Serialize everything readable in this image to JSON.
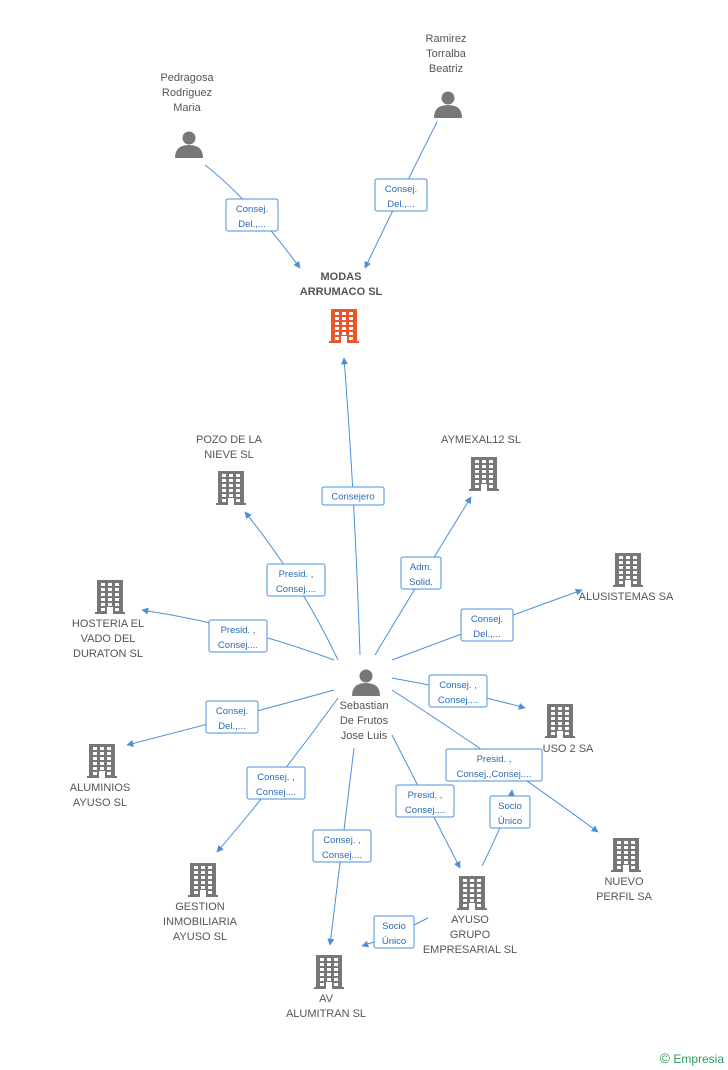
{
  "colors": {
    "edge": "#4a90d9",
    "person": "#777777",
    "company": "#777777",
    "focus_company": "#e8562a",
    "brand": "#2a9d5c"
  },
  "nodes": [
    {
      "id": "modas",
      "kind": "company-focus",
      "label": [
        "MODAS",
        "ARRUMACO SL"
      ]
    },
    {
      "id": "pedragosa",
      "kind": "person",
      "label": [
        "Pedragosa",
        "Rodriguez",
        "Maria"
      ]
    },
    {
      "id": "ramirez",
      "kind": "person",
      "label": [
        "Ramirez",
        "Torralba",
        "Beatriz"
      ]
    },
    {
      "id": "sebastian",
      "kind": "person",
      "label": [
        "Sebastian",
        "De Frutos",
        "Jose Luis"
      ]
    },
    {
      "id": "pozo",
      "kind": "company",
      "label": [
        "POZO DE LA",
        "NIEVE SL"
      ]
    },
    {
      "id": "aymexal",
      "kind": "company",
      "label": [
        "AYMEXAL12 SL"
      ]
    },
    {
      "id": "alusistemas",
      "kind": "company",
      "label": [
        "ALUSISTEMAS SA"
      ]
    },
    {
      "id": "hosteria",
      "kind": "company",
      "label": [
        "HOSTERIA EL",
        "VADO DEL",
        "DURATON SL"
      ]
    },
    {
      "id": "uso2",
      "kind": "company",
      "label": [
        "USO 2 SA"
      ]
    },
    {
      "id": "aluminios",
      "kind": "company",
      "label": [
        "ALUMINIOS",
        "AYUSO SL"
      ]
    },
    {
      "id": "nuevo",
      "kind": "company",
      "label": [
        "NUEVO",
        "PERFIL SA"
      ]
    },
    {
      "id": "gestion",
      "kind": "company",
      "label": [
        "GESTION",
        "INMOBILIARIA",
        "AYUSO SL"
      ]
    },
    {
      "id": "ayusogrupo",
      "kind": "company",
      "label": [
        "AYUSO",
        "GRUPO",
        "EMPRESARIAL SL"
      ]
    },
    {
      "id": "alumitran",
      "kind": "company",
      "label": [
        "AV",
        "ALUMITRAN  SL"
      ]
    }
  ],
  "edges": [
    {
      "from": "pedragosa",
      "to": "modas",
      "label": [
        "Consej.",
        "Del.,..."
      ]
    },
    {
      "from": "ramirez",
      "to": "modas",
      "label": [
        "Consej.",
        "Del.,..."
      ]
    },
    {
      "from": "sebastian",
      "to": "modas",
      "label": [
        "Consejero"
      ]
    },
    {
      "from": "sebastian",
      "to": "pozo",
      "label": [
        "Presid. ,",
        "Consej...."
      ]
    },
    {
      "from": "sebastian",
      "to": "aymexal",
      "label": [
        "Adm.",
        "Solid."
      ]
    },
    {
      "from": "sebastian",
      "to": "alusistemas",
      "label": [
        "Consej.",
        "Del.,..."
      ]
    },
    {
      "from": "sebastian",
      "to": "hosteria",
      "label": [
        "Presid. ,",
        "Consej...."
      ]
    },
    {
      "from": "sebastian",
      "to": "uso2",
      "label": [
        "Consej. ,",
        "Consej...."
      ]
    },
    {
      "from": "sebastian",
      "to": "aluminios",
      "label": [
        "Consej.",
        "Del.,..."
      ]
    },
    {
      "from": "sebastian",
      "to": "nuevo",
      "label": [
        "Presid. ,",
        "Consej.,Consej...."
      ]
    },
    {
      "from": "sebastian",
      "to": "gestion",
      "label": [
        "Consej. ,",
        "Consej...."
      ]
    },
    {
      "from": "sebastian",
      "to": "ayusogrupo",
      "label": [
        "Presid. ,",
        "Consej...."
      ]
    },
    {
      "from": "sebastian",
      "to": "alumitran",
      "label": [
        "Consej. ,",
        "Consej...."
      ]
    },
    {
      "from": "ayusogrupo",
      "to": "uso2",
      "label": [
        "Socio",
        "Único"
      ]
    },
    {
      "from": "ayusogrupo",
      "to": "alumitran",
      "label": [
        "Socio",
        "Único"
      ]
    }
  ],
  "brand": {
    "copyright": "©",
    "name": "Empresia"
  }
}
